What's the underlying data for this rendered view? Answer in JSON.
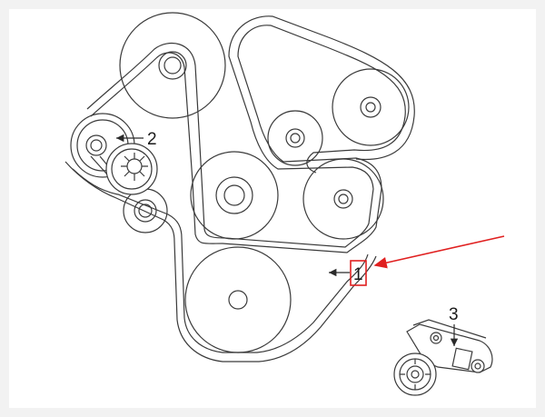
{
  "diagram": {
    "callouts": {
      "belt": "1",
      "tensioner_pulley": "2",
      "tensioner_assembly": "3"
    },
    "highlight_color": "#e02020",
    "line_color": "#3a3a3a",
    "background_color": "#ffffff",
    "page_background": "#f2f2f2"
  }
}
